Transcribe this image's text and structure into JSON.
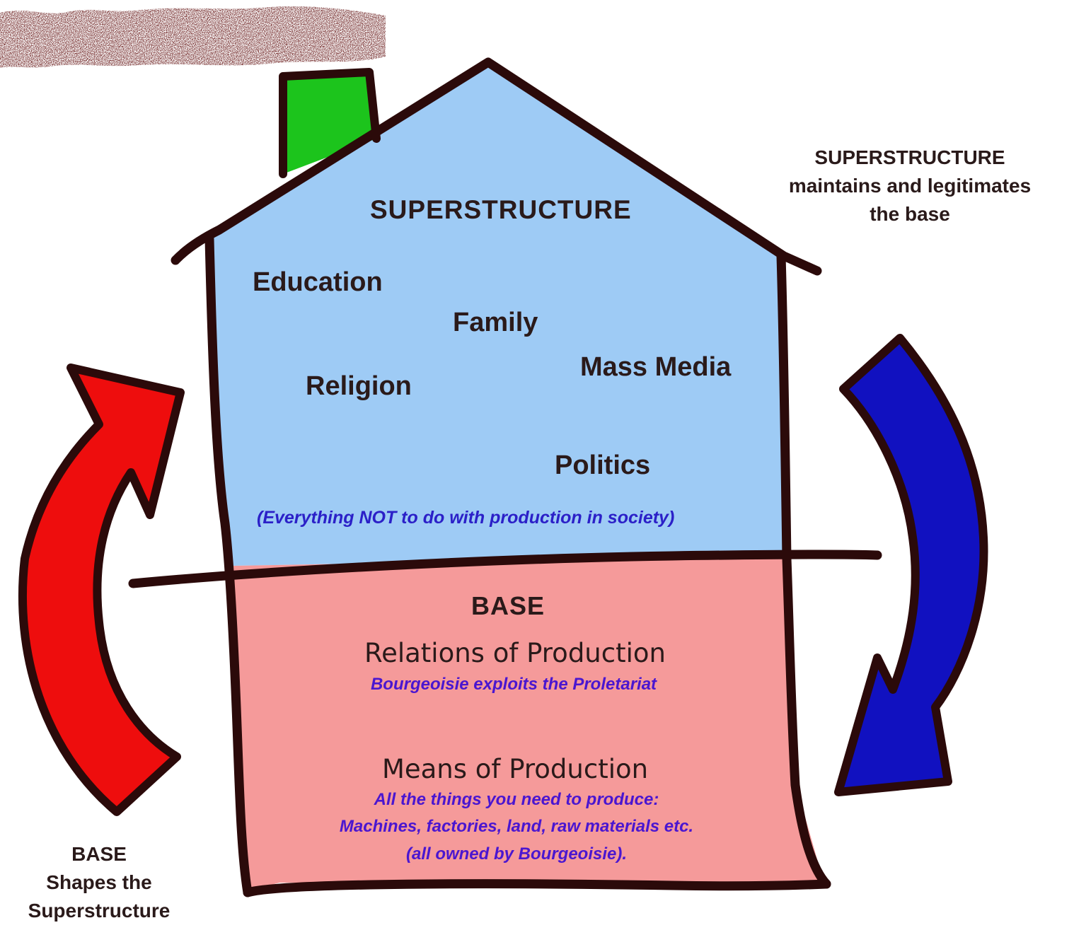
{
  "colors": {
    "outline": "#2b0a0a",
    "superstructure_fill": "#9ecbf5",
    "base_fill": "#f59a9a",
    "chimney_fill": "#1cc41c",
    "smoke": "#3b1010",
    "left_arrow": "#ee0d0d",
    "right_arrow": "#1111c0",
    "note_text": "#2b20c8"
  },
  "superstructure": {
    "title": "SUPERSTRUCTURE",
    "items": [
      "Education",
      "Family",
      "Mass Media",
      "Religion",
      "Politics"
    ],
    "note": "(Everything NOT to do with production in society)"
  },
  "base": {
    "title": "BASE",
    "relations": {
      "heading": "Relations of Production",
      "note": "Bourgeoisie exploits the Proletariat"
    },
    "means": {
      "heading": "Means of Production",
      "note_lines": [
        "All the things you need to produce:",
        "Machines, factories, land, raw materials etc.",
        "(all owned by Bourgeoisie)."
      ]
    }
  },
  "right_caption": {
    "lines": [
      "SUPERSTRUCTURE",
      "maintains and legitimates",
      "the base"
    ]
  },
  "left_caption": {
    "lines": [
      "BASE",
      "Shapes the",
      "Superstructure"
    ]
  },
  "icons": {
    "left_arrow": "curved-arrow-up-icon",
    "right_arrow": "curved-arrow-down-icon",
    "chimney": "chimney-icon",
    "smoke": "smoke-cloud-icon"
  }
}
